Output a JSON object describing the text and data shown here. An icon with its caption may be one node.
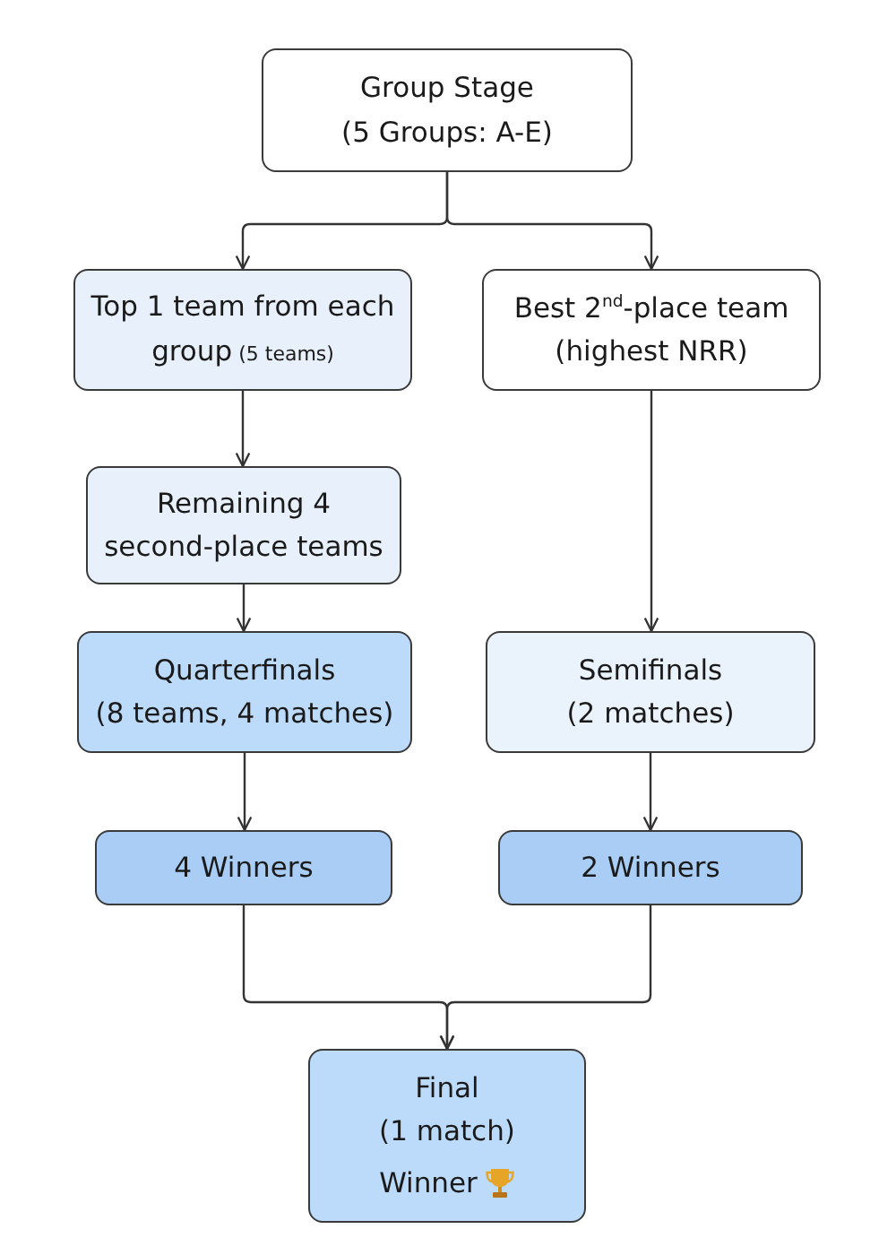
{
  "diagram": {
    "nodes": [
      {
        "text": [
          "Group Stage",
          "(5 Groups: A-E)"
        ]
      },
      {
        "text": [
          "Top 1 team from each group",
          "(5 teams)"
        ]
      },
      {
        "text": [
          "Best 2$^{nd}$-place team",
          "(highest NRR)"
        ]
      },
      {
        "text": [
          "Remaining 4",
          "second-place teams"
        ]
      },
      {
        "text": [
          "Quarterfinals",
          "(8 teams, 4 matches)"
        ]
      },
      {
        "text": [
          "Semifinals",
          "(2 matches)"
        ]
      },
      {
        "text": [
          "4 Winners"
        ]
      },
      {
        "text": [
          "2 Winners"
        ]
      },
      {
        "text": [
          "Final",
          "(1 match)",
          "Winner"
        ]
      }
    ],
    "edges": [
      {
        "from": 0,
        "to": 1,
        "arrow": "to"
      },
      {
        "from": 0,
        "to": 2,
        "arrow": "to"
      },
      {
        "from": 1,
        "to": 3,
        "arrow": "to"
      },
      {
        "from": 3,
        "to": 4,
        "arrow": "to"
      },
      {
        "from": 2,
        "to": 5,
        "arrow": "to"
      },
      {
        "from": 4,
        "to": 6,
        "arrow": "to"
      },
      {
        "from": 5,
        "to": 7,
        "arrow": "to"
      },
      {
        "from": 6,
        "to": 8,
        "arrow": "to"
      },
      {
        "from": 7,
        "to": 8,
        "arrow": "to"
      }
    ]
  }
}
